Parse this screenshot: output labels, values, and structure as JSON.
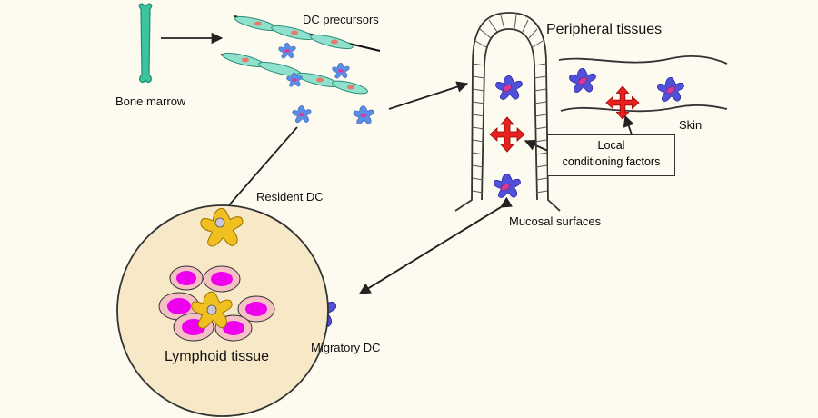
{
  "labels": {
    "bone_marrow": "Bone marrow",
    "dc_precursors": "DC precursors",
    "peripheral_tissues": "Peripheral tissues",
    "skin": "Skin",
    "local_conditioning_line1": "Local",
    "local_conditioning_line2": "conditioning factors",
    "mucosal_surfaces": "Mucosal surfaces",
    "resident_dc": "Resident DC",
    "migratory_dc": "Migratory DC",
    "lymphoid_tissue": "Lymphoid tissue"
  },
  "colors": {
    "bone": "#3cc4a0",
    "precursor_cell": "#8fe0cc",
    "precursor_nucleus": "#e77a6a",
    "dc_blue": "#5050d8",
    "dc_light_blue": "#5a8ee6",
    "dc_nucleus": "#d83a9a",
    "conditioning_red": "#e82020",
    "resident_yellow": "#f0c020",
    "lymph_magenta": "#ee00ee",
    "lymph_pink": "#f4c0c4",
    "lymphoid_fill": "#f7e8c8",
    "line": "#222222"
  }
}
